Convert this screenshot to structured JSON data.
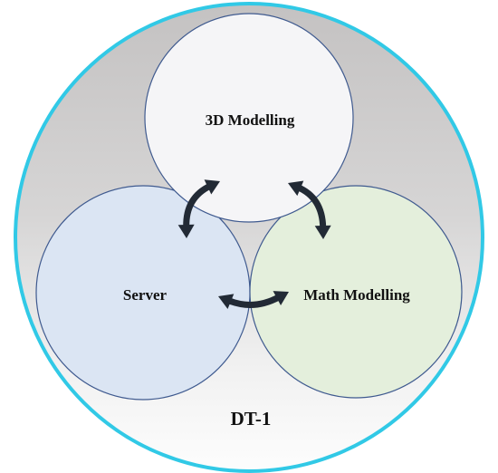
{
  "diagram": {
    "outer_label": "DT-1",
    "nodes": {
      "top": {
        "label": "3D Modelling"
      },
      "left": {
        "label": "Server"
      },
      "right": {
        "label": "Math Modelling"
      }
    },
    "edges": [
      {
        "from": "3D Modelling",
        "to": "Server",
        "direction": "bidirectional"
      },
      {
        "from": "3D Modelling",
        "to": "Math Modelling",
        "direction": "bidirectional"
      },
      {
        "from": "Server",
        "to": "Math Modelling",
        "direction": "bidirectional"
      }
    ]
  },
  "colors": {
    "outer_border": "#31c9e6",
    "outer_fill_top": "#c4c2c2",
    "outer_fill_bottom": "#fbfbfb",
    "circle_stroke": "#3f5a8f",
    "top_fill": "#f5f5f7",
    "left_fill": "#dbe5f3",
    "right_fill": "#e4efdc",
    "arrow": "#222a35"
  }
}
